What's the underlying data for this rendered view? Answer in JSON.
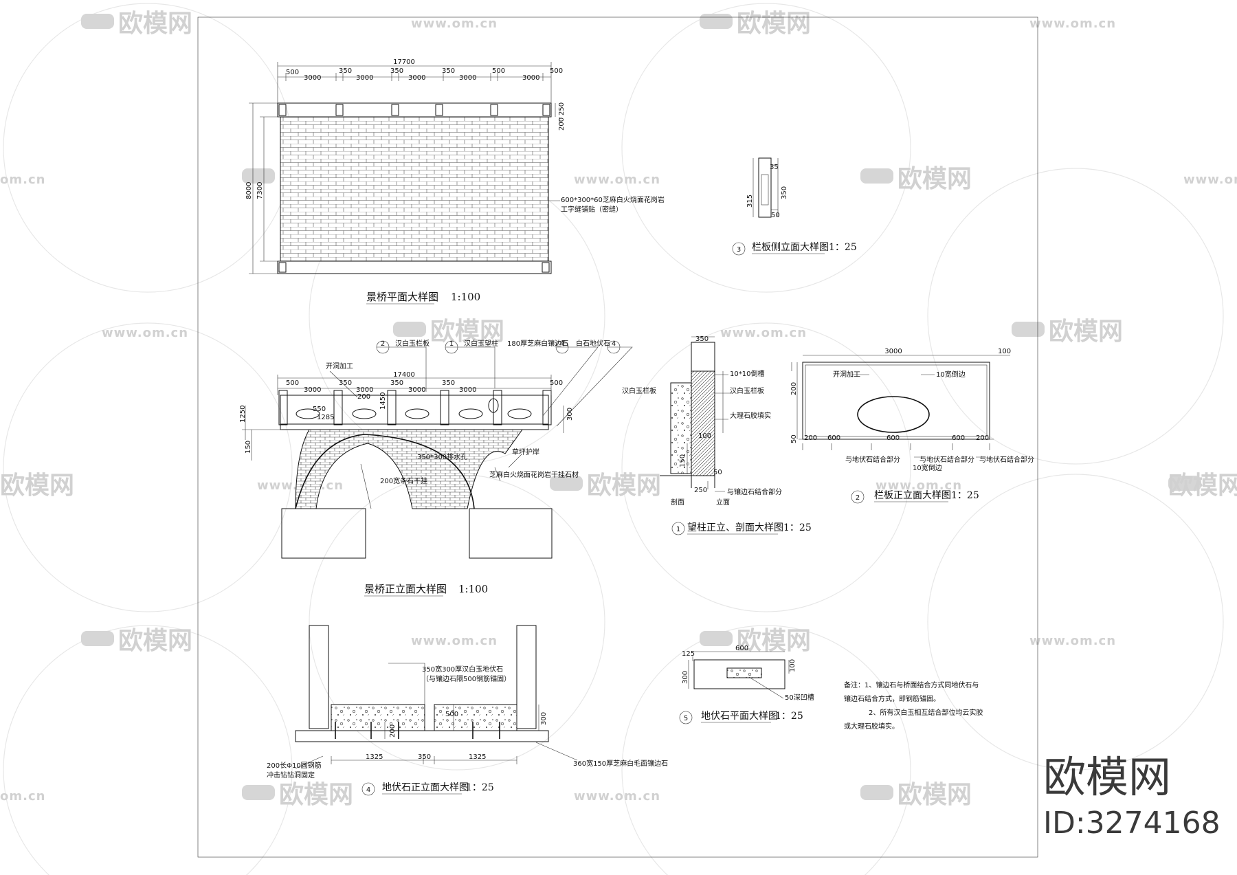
{
  "watermark": {
    "brand": "欧模网",
    "url": "www.om.cn",
    "url_short": "om.cn"
  },
  "brand_corner": {
    "name": "欧模网",
    "id": "ID:3274168"
  },
  "plan": {
    "title": "景桥平面大样图",
    "scale": "1:100",
    "dims_top": [
      "500",
      "3000",
      "350",
      "3000",
      "350",
      "3000",
      "350",
      "3000",
      "500"
    ],
    "dim_total": "17700",
    "dims_right": [
      "250",
      "200"
    ],
    "dims_left": [
      "8000",
      "7300"
    ],
    "material_note_1": "600*300*60芝麻白火烧面花岗岩",
    "material_note_2": "工字缝铺贴（密缝）"
  },
  "elevation": {
    "title": "景桥正立面大样图",
    "scale": "1:100",
    "dim_total": "17400",
    "dims_top": [
      "500",
      "3000",
      "350",
      "3000",
      "350",
      "3000",
      "350",
      "3000",
      "500"
    ],
    "labels": {
      "l1": "汉白玉栏板",
      "l2": "汉白玉望柱",
      "l3": "180厚芝麻白镶边石",
      "l4": "白石地伏石",
      "kaidong": "开洞加工",
      "drain": "350*300排水孔",
      "lawn": "草坪护岸",
      "granite": "芝麻白火烧面花岗岩干挂石材",
      "bolt": "200宽条石干挂"
    },
    "refs": [
      "2",
      "1",
      "4",
      "4"
    ],
    "dims_left": [
      "1250",
      "150"
    ],
    "dims_small": [
      "550",
      "1285",
      "200",
      "1450"
    ],
    "dim_right": "300"
  },
  "pillar": {
    "title": "望柱正立、剖面大样图",
    "scale": "1：25",
    "ref": "1",
    "dims": [
      "350",
      "150",
      "250",
      "50",
      "100"
    ],
    "labels": {
      "joint": "10*10倒槽",
      "jade": "汉白玉栏板",
      "jade2": "汉白玉栏板",
      "fill": "大理石胶填实",
      "edge": "与镶边石结合部分",
      "section": "剖面",
      "elev": "立面"
    }
  },
  "panel_side": {
    "title": "栏板侧立面大样图",
    "scale": "1：25",
    "ref": "3",
    "dims": [
      "315",
      "350",
      "35",
      "50"
    ]
  },
  "panel_front": {
    "title": "栏板正立面大样图",
    "scale": "1：25",
    "ref": "2",
    "dims_top": [
      "3000",
      "100"
    ],
    "dims_left": [
      "200",
      "50"
    ],
    "dims_bottom": [
      "200",
      "600",
      "600",
      "600",
      "200"
    ],
    "labels": {
      "kaidong": "开洞加工",
      "bevel": "10宽倒边",
      "bevel2": "10宽倒边",
      "join1": "与地伏石结合部分",
      "join2": "与地伏石结合部分",
      "join3": "与地伏石结合部分"
    }
  },
  "curb": {
    "title": "地伏石正立面大样图",
    "scale": "1：25",
    "ref": "4",
    "dims_bottom": [
      "1325",
      "350",
      "1325"
    ],
    "dims_side": [
      "300",
      "200",
      "500"
    ],
    "labels": {
      "top1": "350宽300厚汉白玉地伏石",
      "top2": "（与镶边石隔500钢筋锚固）",
      "rebar1": "200长Φ10圆钢筋",
      "rebar2": "冲击钻钻洞固定",
      "edge": "360宽150厚芝麻白毛面镶边石"
    }
  },
  "curb_plan": {
    "title": "地伏石平面大样图",
    "scale": "1：25",
    "ref": "5",
    "dims": [
      "600",
      "125",
      "300",
      "100"
    ],
    "labels": {
      "groove": "50深凹槽"
    }
  },
  "notes": {
    "line1": "备注：1、镶边石与桥面结合方式同地伏石与",
    "line2": "镶边石结合方式，即钢筋锚固。",
    "line3": "2、所有汉白玉相互结合部位均云实胶",
    "line4": "或大理石胶填实。"
  }
}
